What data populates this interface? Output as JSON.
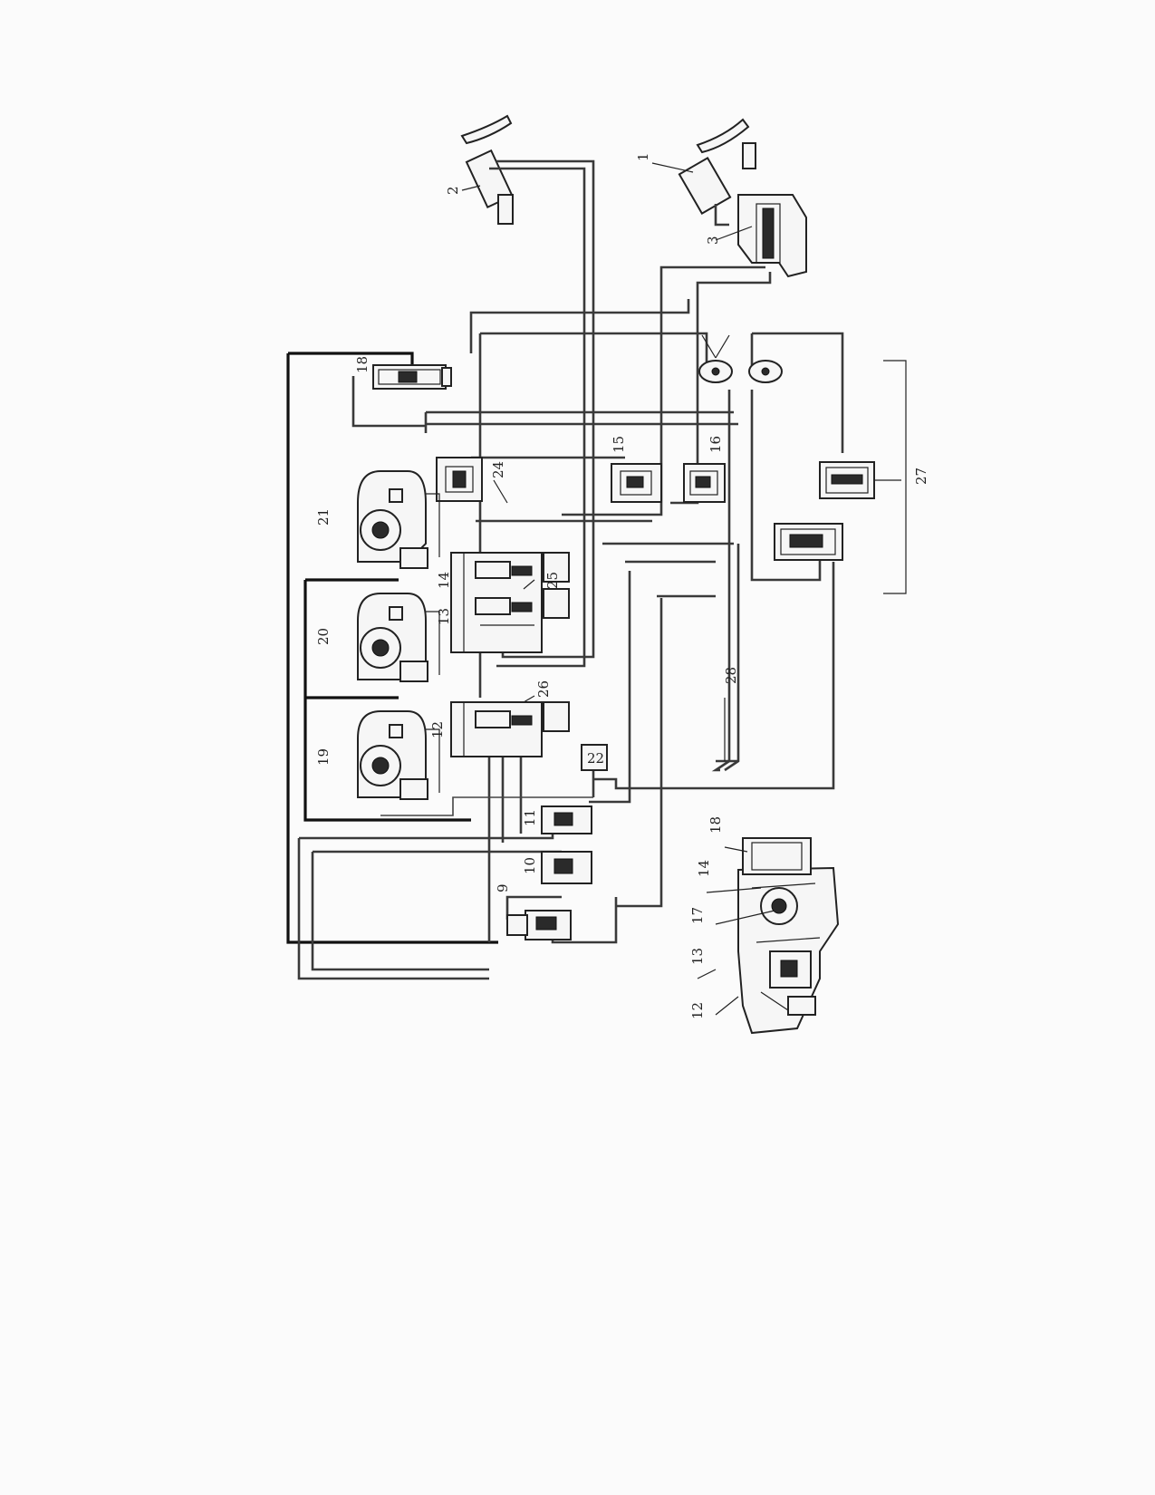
{
  "labels": {
    "l1": "1",
    "l2": "2",
    "l3": "3",
    "l9": "9",
    "l10": "10",
    "l11": "11",
    "l12": "12",
    "l13": "13",
    "l14": "14",
    "l15": "15",
    "l16": "16",
    "l18": "18",
    "l19": "19",
    "l20": "20",
    "l21": "21",
    "l22": "22",
    "l24": "24",
    "l25": "25",
    "l26": "26",
    "l27": "27",
    "l28": "28",
    "inset12": "12",
    "inset13": "13",
    "inset17": "17",
    "inset14": "14",
    "inset18": "18"
  },
  "colors": {
    "line": "#3a3a3a",
    "background": "#fbfbfb"
  }
}
